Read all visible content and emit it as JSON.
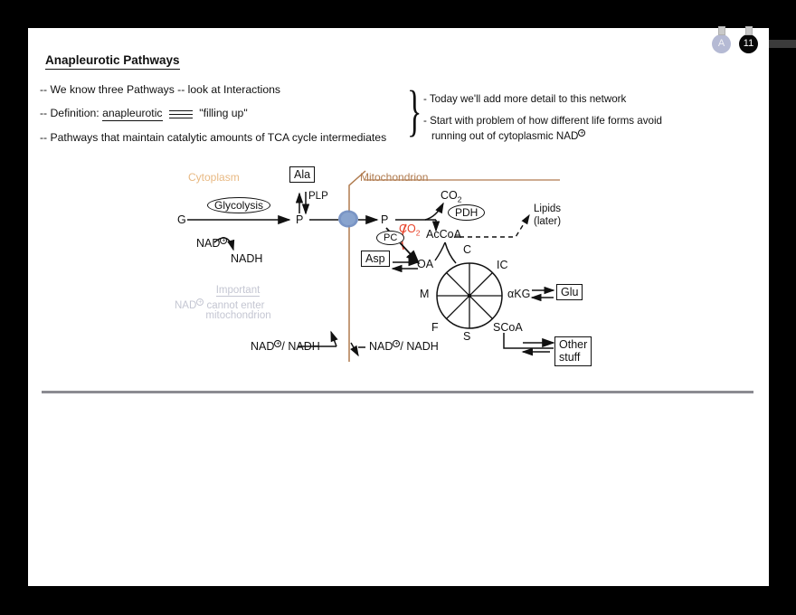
{
  "slide": {
    "title": "Anapleurotic Pathways",
    "bullets": [
      "-- We know three Pathways -- look at Interactions",
      "-- Definition:",
      "-- Pathways that maintain catalytic amounts of TCA cycle intermediates"
    ],
    "definition": {
      "prefix": "-- Definition:",
      "term": "anapleurotic",
      "meaning": "\"filling up\""
    },
    "right_notes": [
      "- Today we'll add more detail to this network",
      "- Start with problem of how different life forms avoid",
      "running out of cytoplasmic NAD"
    ]
  },
  "badges": {
    "annotation_label": "A",
    "page_number": "11"
  },
  "diagram": {
    "compartments": {
      "cytoplasm": "Cytoplasm",
      "mitochondrion": "Mitochondrion"
    },
    "cytoplasm": {
      "glucose": "G",
      "enzyme": "Glycolysis",
      "pyruvate": "P",
      "nad_ox": "NAD",
      "nadh": "NADH",
      "alanine_box": "Ala",
      "cofactor": "PLP"
    },
    "important_note": {
      "heading": "Important",
      "line1": "NAD",
      "line1_suffix": "cannot enter",
      "line2": "mitochondrion"
    },
    "mitochondrion": {
      "pyruvate": "P",
      "pdh": "PDH",
      "co2_top": "CO",
      "co2_red": "CO",
      "pc": "PC",
      "accoa": "AcCoA",
      "asp_box": "Asp",
      "lipids_line1": "Lipids",
      "lipids_line2": "(later)",
      "glu_box": "Glu",
      "other_box_line1": "Other",
      "other_box_line2": "stuff"
    },
    "tca_cycle": {
      "nodes": [
        {
          "id": "C",
          "label": "C"
        },
        {
          "id": "IC",
          "label": "IC"
        },
        {
          "id": "aKG",
          "label": "αKG"
        },
        {
          "id": "SCoA",
          "label": "SCoA"
        },
        {
          "id": "S",
          "label": "S"
        },
        {
          "id": "F",
          "label": "F"
        },
        {
          "id": "M",
          "label": "M"
        },
        {
          "id": "OA",
          "label": "OA"
        }
      ]
    },
    "shuttle": {
      "cytoplasmic_pair": "/ NADH",
      "mitochondrial_pair": "/ NADH",
      "nad_label": "NAD"
    }
  }
}
